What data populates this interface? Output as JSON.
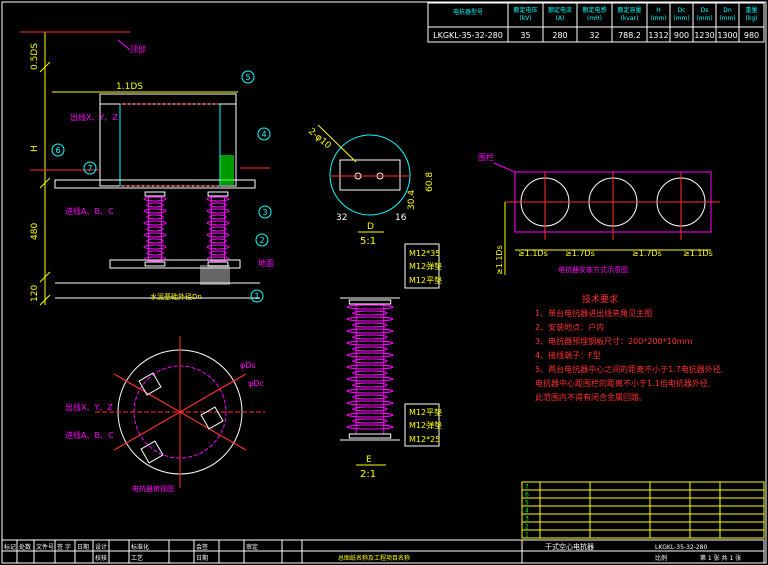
{
  "spec_table": {
    "headers": [
      "电抗器型号",
      "额定电压\n(kV)",
      "额定电流\n(A)",
      "额定电感\n(mH)",
      "额定容量\n(kvar)",
      "H\n(mm)",
      "Dc\n(mm)",
      "Ds\n(mm)",
      "Dn\n(mm)",
      "重量\n(kg)"
    ],
    "values": [
      "LKGKL-35-32-280",
      "35",
      "280",
      "32",
      "788.2",
      "1312",
      "900",
      "1230",
      "1300",
      "980"
    ]
  },
  "main_view": {
    "dim_05ds": "0.5DS",
    "dim_11ds": "1.1DS",
    "dim_h": "H",
    "dim_480": "480",
    "dim_120": "120",
    "label_top": "顶部",
    "label_outlet_xyz": "出线X、Y、Z",
    "label_inlet_abc": "进线A、B、C",
    "label_ground": "地面",
    "label_dn": "水泥基础外径Dn",
    "balloons": [
      "1",
      "2",
      "3",
      "4",
      "5",
      "6",
      "7"
    ]
  },
  "detail_d": {
    "dim_hole": "2-φ10",
    "dim_30_4": "30.4",
    "dim_60_8": "60.8",
    "dim_32": "32",
    "dim_16": "16",
    "letter": "D",
    "scale": "5:1"
  },
  "detail_e": {
    "bolt_top1": "M12*35",
    "bolt_top2": "M12弹垫",
    "bolt_top3": "M12平垫",
    "bolt_bot1": "M12平垫",
    "bolt_bot2": "M12弹垫",
    "bolt_bot3": "M12*25",
    "letter": "E",
    "scale": "2:1"
  },
  "top_view": {
    "label_ds": "φDs",
    "label_dc": "φDc",
    "label_outlet_xyz": "出线X、Y、Z",
    "label_inlet_abc": "进线A、B、C",
    "caption": "电抗器俯视图"
  },
  "arrangement": {
    "label_fence": "围栏",
    "dim_a": "≥1.1Ds",
    "dim_b": "≥1.7Ds",
    "dim_c": "≥1.7Ds",
    "dim_d": "≥1.1Ds",
    "dim_v": "≥1.1Ds",
    "caption": "电抗器安装方式示意图"
  },
  "tech_notes": {
    "title": "技术要求",
    "items": [
      "1、单台电抗器进出线夹角见主图",
      "2、安装地点：户内",
      "3、电抗器预埋钢板尺寸：200*200*10mm",
      "4、接线端子：F型",
      "5、两台电抗器中心之间的距离不小于1.7电抗器外径,",
      "   电抗器中心距围栏的距离不小于1.1倍电抗器外径,",
      "   此范围内不得有闭合金属回路。"
    ]
  },
  "bom_rows": [
    [
      "7",
      "",
      "",
      "",
      "",
      ""
    ],
    [
      "6",
      "",
      "",
      "",
      "",
      ""
    ],
    [
      "5",
      "",
      "",
      "",
      "",
      ""
    ],
    [
      "4",
      "",
      "",
      "",
      "",
      ""
    ],
    [
      "3",
      "",
      "",
      "",
      "",
      ""
    ],
    [
      "2",
      "",
      "",
      "",
      "",
      ""
    ],
    [
      "1",
      "",
      "",
      "",
      "",
      ""
    ]
  ],
  "title_block": {
    "main_title": "干式空心电抗器",
    "drawing_no": "LKGKL-35-32-280",
    "scale_label": "比例",
    "sheet": "第 1 张  共 1 张",
    "project": "总图纸名称及工程项目名称",
    "signoff": [
      "标记",
      "处数",
      "文件号",
      "签 字",
      "日期",
      "设计",
      "",
      "标准化",
      "",
      "会签",
      "",
      "审定",
      ""
    ],
    "row2": [
      "",
      "",
      "",
      "",
      "",
      "校核",
      "",
      "工艺",
      "",
      "日期",
      "",
      ""
    ]
  },
  "colors": {
    "cyan": "#00ffff",
    "yellow": "#ffff00",
    "magenta": "#ff00ff",
    "red": "#ff3030",
    "white": "#ffffff",
    "green": "#00ff00",
    "blue": "#4060ff"
  }
}
